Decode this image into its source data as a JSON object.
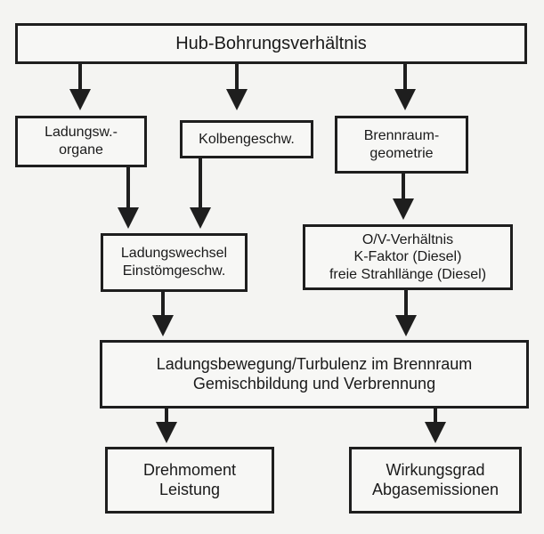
{
  "diagram": {
    "top": {
      "text": "Hub-Bohrungsverhältnis"
    },
    "ladungsorgane": {
      "line1": "Ladungsw.-",
      "line2": "organe"
    },
    "kolben": {
      "text": "Kolbengeschw."
    },
    "brennraum": {
      "line1": "Brennraum-",
      "line2": "geometrie"
    },
    "ladungswechsel": {
      "line1": "Ladungswechsel",
      "line2": "Einstömgeschw."
    },
    "ov": {
      "line1": "O/V-Verhältnis",
      "line2": "K-Faktor (Diesel)",
      "line3": "freie Strahllänge (Diesel)"
    },
    "bewegung": {
      "line1": "Ladungsbewegung/Turbulenz im Brennraum",
      "line2": "Gemischbildung und Verbrennung"
    },
    "drehmoment": {
      "line1": "Drehmoment",
      "line2": "Leistung"
    },
    "wirkungsgrad": {
      "line1": "Wirkungsgrad",
      "line2": "Abgasemissionen"
    }
  },
  "colors": {
    "stroke": "#1e1e1e",
    "background": "#f4f4f2"
  }
}
